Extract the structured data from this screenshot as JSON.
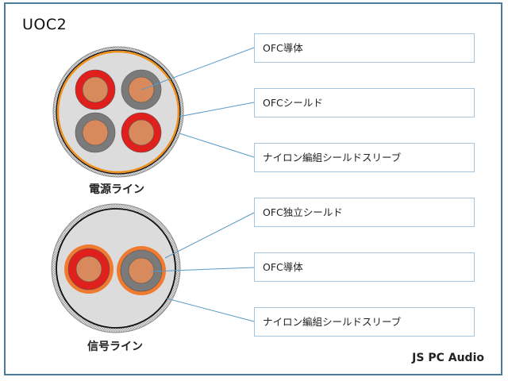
{
  "title": "UOC2",
  "brand": "JS PC Audio",
  "power_line": {
    "caption": "電源ライン",
    "labels": [
      "OFC導体",
      "OFCシールド",
      "ナイロン編組シールドスリーブ"
    ]
  },
  "signal_line": {
    "caption": "信号ライン",
    "labels": [
      "OFC独立シールド",
      "OFC導体",
      "ナイロン編組シールドスリーブ"
    ]
  },
  "colors": {
    "frame": "#4a7c9c",
    "red": "#e0201c",
    "grey": "#7a7a7a",
    "copper": "#d98a5c",
    "orange": "#f07a30",
    "shield": "#f0901c",
    "leader": "#5a9ac8"
  }
}
